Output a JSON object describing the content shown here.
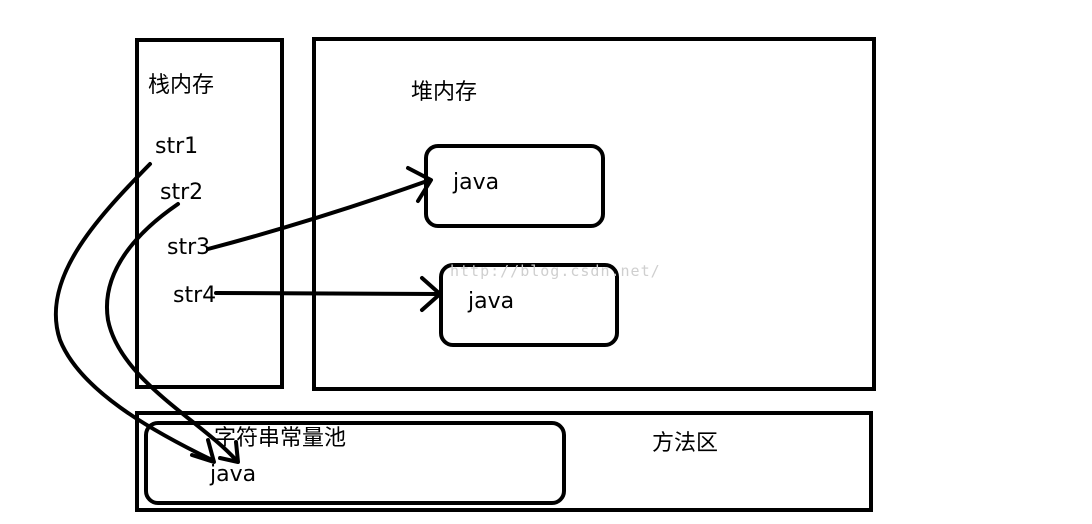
{
  "stack": {
    "title": "栈内存",
    "vars": [
      "str1",
      "str2",
      "str3",
      "str4"
    ]
  },
  "heap": {
    "title": "堆内存",
    "objects": [
      "java",
      "java"
    ]
  },
  "method_area": {
    "title": "方法区",
    "pool": {
      "title": "字符串常量池",
      "value": "java"
    }
  },
  "watermark": "http://blog.csdn.net/",
  "colors": {
    "stroke": "#000000",
    "background": "#ffffff"
  }
}
